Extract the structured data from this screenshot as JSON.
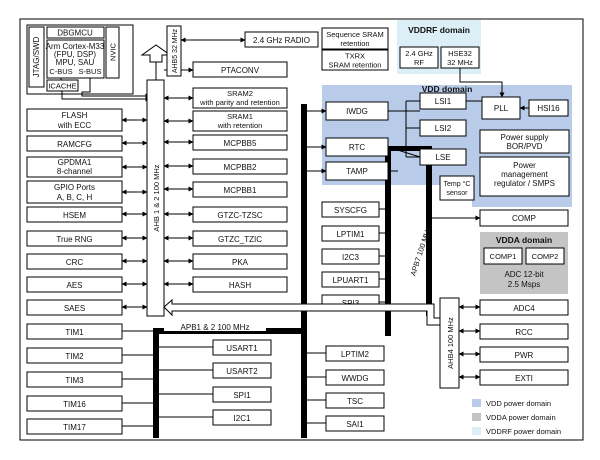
{
  "blocks": {
    "jtag": "JTAG/SWD",
    "dbgmcu": "DBGMCU",
    "cpu_line1": "Arm Cortex-M33",
    "cpu_line2": "(FPU, DSP)",
    "cpu_line3": "MPU, SAU",
    "cbus": "C-BUS",
    "sbus": "S-BUS",
    "nvic": "NVIC",
    "icache": "ICACHE",
    "ahb5": "AHB5 32 MHz",
    "radio": "2.4 GHz RADIO",
    "seq_sram_1": "Sequence SRAM",
    "seq_sram_2": "retention",
    "txrx_1": "TXRX",
    "txrx_2": "SRAM retention",
    "vddrf_title": "VDDRF domain",
    "rf_1": "2.4 GHz",
    "rf_2": "RF",
    "hse_1": "HSE32",
    "hse_2": "32 MHz",
    "ptaconv": "PTACONV",
    "flash_1": "FLASH",
    "flash_2": "with ECC",
    "ramcfg": "RAMCFG",
    "gpdma_1": "GPDMA1",
    "gpdma_2": "8-channel",
    "gpio_1": "GPIO Ports",
    "gpio_2": "A, B, C, H",
    "hsem": "HSEM",
    "rng": "True RNG",
    "crc": "CRC",
    "aes": "AES",
    "saes": "SAES",
    "ahb12": "AHB 1 & 2 100 MHz",
    "sram2_1": "SRAM2",
    "sram2_2": "with parity and retention",
    "sram1_1": "SRAM1",
    "sram1_2": "with retention",
    "mcpbb5": "MCPBB5",
    "mcpbb2": "MCPBB2",
    "mcpbb1": "MCPBB1",
    "gtzc_tzsc": "GTZC-TZSC",
    "gtzc_tzic": "GTZC_TZIC",
    "pka": "PKA",
    "hash": "HASH",
    "vdd_title": "VDD domain",
    "iwdg": "IWDG",
    "lsi1": "LSI1",
    "lsi2": "LSI2",
    "pll": "PLL",
    "hsi16": "HSI16",
    "rtc": "RTC",
    "tamp": "TAMP",
    "lse": "LSE",
    "psu_1": "Power supply",
    "psu_2": "BOR/PVD",
    "pmr_1": "Power",
    "pmr_2": "management",
    "pmr_3": "regulator / SMPS",
    "temp_1": "Temp °C",
    "temp_2": "sensor",
    "syscfg": "SYSCFG",
    "lptim1": "LPTIM1",
    "i2c3": "I2C3",
    "lpuart1": "LPUART1",
    "spi3": "SPI3",
    "apb7": "APB7 100 MHz",
    "comp": "COMP",
    "vdda_title": "VDDA domain",
    "comp1": "COMP1",
    "comp2": "COMP2",
    "adc_1": "ADC 12-bit",
    "adc_2": "2.5 Msps",
    "adc4": "ADC4",
    "rcc": "RCC",
    "pwr": "PWR",
    "exti": "EXTI",
    "ahb4": "AHB4 100 MHz",
    "apb12": "APB1 & 2 100 MHz",
    "tim1": "TIM1",
    "tim2": "TIM2",
    "tim3": "TIM3",
    "tim16": "TIM16",
    "tim17": "TIM17",
    "usart1": "USART1",
    "usart2": "USART2",
    "spi1": "SPI1",
    "i2c1": "I2C1",
    "lptim2": "LPTIM2",
    "wwdg": "WWDG",
    "tsc": "TSC",
    "sai1": "SAI1"
  },
  "legend": {
    "vdd": "VDD power domain",
    "vdda": "VDDA power domain",
    "vddrf": "VDDRF power domain"
  },
  "colors": {
    "vdd_domain": "#b8cbe8",
    "vdda_domain": "#c4c4c4",
    "vddrf_domain": "#dceef6",
    "bus": "#000000"
  }
}
